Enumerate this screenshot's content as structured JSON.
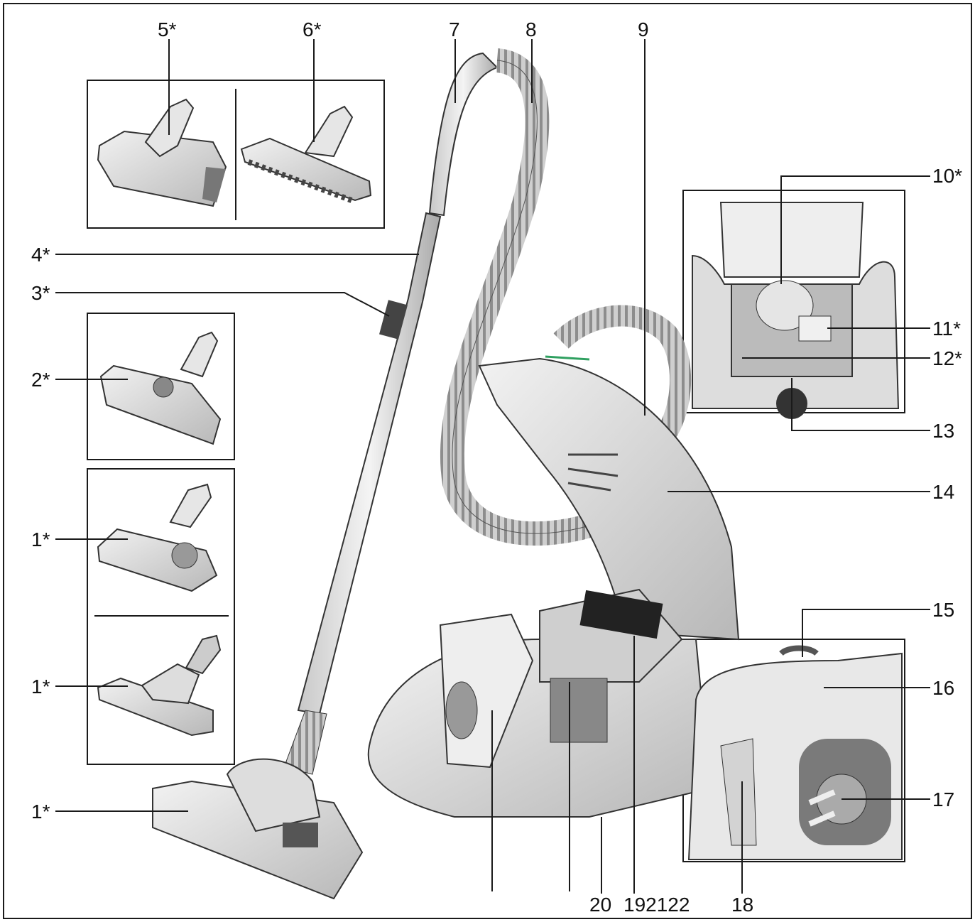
{
  "labels": {
    "l5": "5*",
    "l6": "6*",
    "l7": "7",
    "l8": "8",
    "l9": "9",
    "l10": "10*",
    "l4": "4*",
    "l3": "3*",
    "l2": "2*",
    "l1a": "1*",
    "l1b": "1*",
    "l1c": "1*",
    "l11": "11*",
    "l12": "12*",
    "l13": "13",
    "l14": "14",
    "l15": "15",
    "l16": "16",
    "l17": "17",
    "l18": "18",
    "l20": "20",
    "l19_21_22": "192122"
  },
  "colors": {
    "line": "#1a1a1a",
    "body": "#d9d9d9",
    "shade": "#a8a8a8",
    "dark": "#555555",
    "accent": "#2fa060"
  }
}
